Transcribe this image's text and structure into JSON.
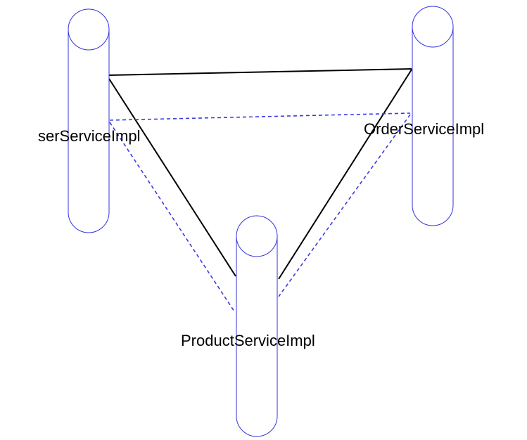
{
  "diagram": {
    "nodes": [
      {
        "id": "user",
        "label": "serServiceImpl"
      },
      {
        "id": "order",
        "label": "OrderServiceImpl"
      },
      {
        "id": "product",
        "label": "ProductServiceImpl"
      }
    ],
    "edges": [
      {
        "from": "user",
        "to": "order",
        "style": "solid"
      },
      {
        "from": "user",
        "to": "product",
        "style": "solid"
      },
      {
        "from": "order",
        "to": "product",
        "style": "solid"
      },
      {
        "from": "user",
        "to": "order",
        "style": "dashed"
      },
      {
        "from": "user",
        "to": "product",
        "style": "dashed"
      },
      {
        "from": "order",
        "to": "product",
        "style": "dashed"
      }
    ],
    "colors": {
      "node_outline": "#3333dd",
      "solid_edge": "#000000",
      "dashed_edge": "#3a3ae0",
      "background": "#ffffff"
    }
  }
}
